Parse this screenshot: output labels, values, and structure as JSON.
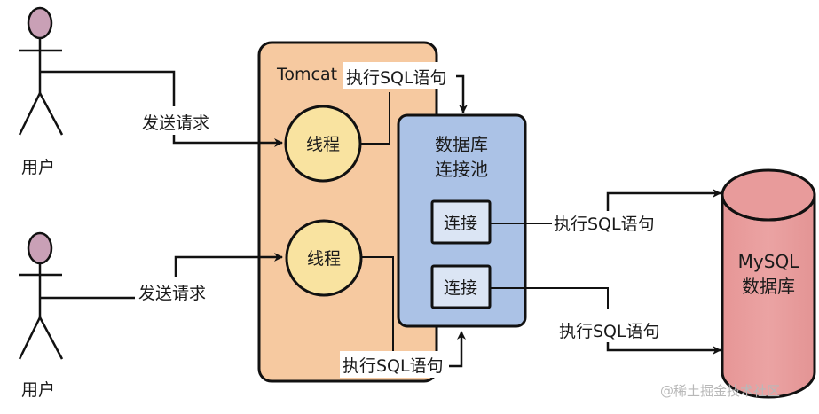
{
  "diagram": {
    "users": [
      {
        "label": "用户",
        "request_label": "发送请求"
      },
      {
        "label": "用户",
        "request_label": "发送请求"
      }
    ],
    "tomcat": {
      "title": "Tomcat",
      "threads": [
        {
          "label": "线程"
        },
        {
          "label": "线程"
        }
      ],
      "exec_labels": [
        "执行SQL语句",
        "执行SQL语句"
      ]
    },
    "pool": {
      "title_line1": "数据库",
      "title_line2": "连接池",
      "connections": [
        {
          "label": "连接"
        },
        {
          "label": "连接"
        }
      ],
      "exec_labels": [
        "执行SQL语句",
        "执行SQL语句"
      ]
    },
    "database": {
      "line1": "MySQL",
      "line2": "数据库"
    },
    "watermark": "@稀土掘金技术社区",
    "colors": {
      "user_head": "#c9a0b6",
      "tomcat_fill": "#f6c9a0",
      "thread_fill": "#f9e3a0",
      "pool_fill": "#abc2e6",
      "connection_fill": "#dbe5f4",
      "db_fill": "#e89b9b",
      "stroke": "#111111"
    }
  }
}
